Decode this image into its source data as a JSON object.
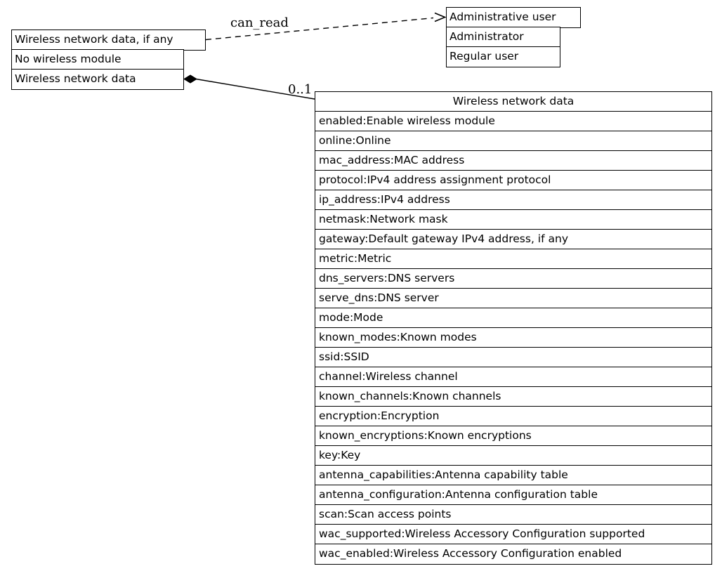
{
  "left_box": {
    "rows": [
      "Wireless network data, if any",
      "No wireless module",
      "Wireless network data"
    ]
  },
  "user_box": {
    "rows": [
      "Administrative user",
      "Administrator",
      "Regular user"
    ]
  },
  "edges": {
    "can_read_label": "can_read",
    "multiplicity_label": "0..1"
  },
  "wnd_table": {
    "title": "Wireless network data",
    "rows": [
      "enabled:Enable wireless module",
      "online:Online",
      "mac_address:MAC address",
      "protocol:IPv4 address assignment protocol",
      "ip_address:IPv4 address",
      "netmask:Network mask",
      "gateway:Default gateway IPv4 address, if any",
      "metric:Metric",
      "dns_servers:DNS servers",
      "serve_dns:DNS server",
      "mode:Mode",
      "known_modes:Known modes",
      "ssid:SSID",
      "channel:Wireless channel",
      "known_channels:Known channels",
      "encryption:Encryption",
      "known_encryptions:Known encryptions",
      "key:Key",
      "antenna_capabilities:Antenna capability table",
      "antenna_configuration:Antenna configuration table",
      "scan:Scan access points",
      "wac_supported:Wireless Accessory Configuration supported",
      "wac_enabled:Wireless Accessory Configuration enabled"
    ]
  },
  "colors": {
    "line": "#000000",
    "background": "#ffffff",
    "text": "#000000"
  }
}
